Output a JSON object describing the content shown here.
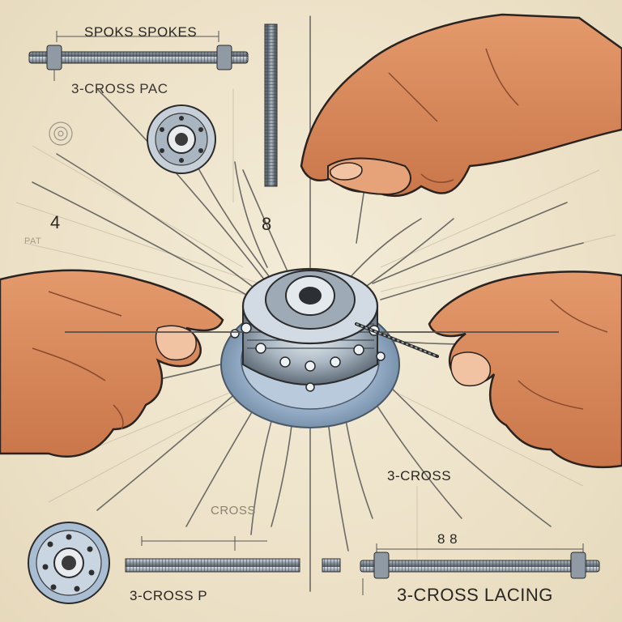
{
  "labels": {
    "top_title": "SPOKS SPOKES",
    "top_left": "3-CROSS PAC",
    "num_left": "4",
    "num_center": "8",
    "faint_left": "PAT",
    "right_mid": "3-CROSS",
    "center_bottom": "CROSS",
    "bottom_left": "3-CROSS P",
    "bottom_dim": "8 8",
    "bottom_right": "3-CROSS LACING"
  },
  "icons": [
    "hub-flange-icon",
    "spoke-rod-icon",
    "hand-icon",
    "nipple-icon"
  ],
  "colors": {
    "background": "#efe6cf",
    "skin": "#d98c5f",
    "skin_shadow": "#b8663d",
    "outline": "#2b2320",
    "metal": "#9aa7b3",
    "metal_dark": "#5b6670",
    "hub_blue": "#8fa9c4"
  }
}
